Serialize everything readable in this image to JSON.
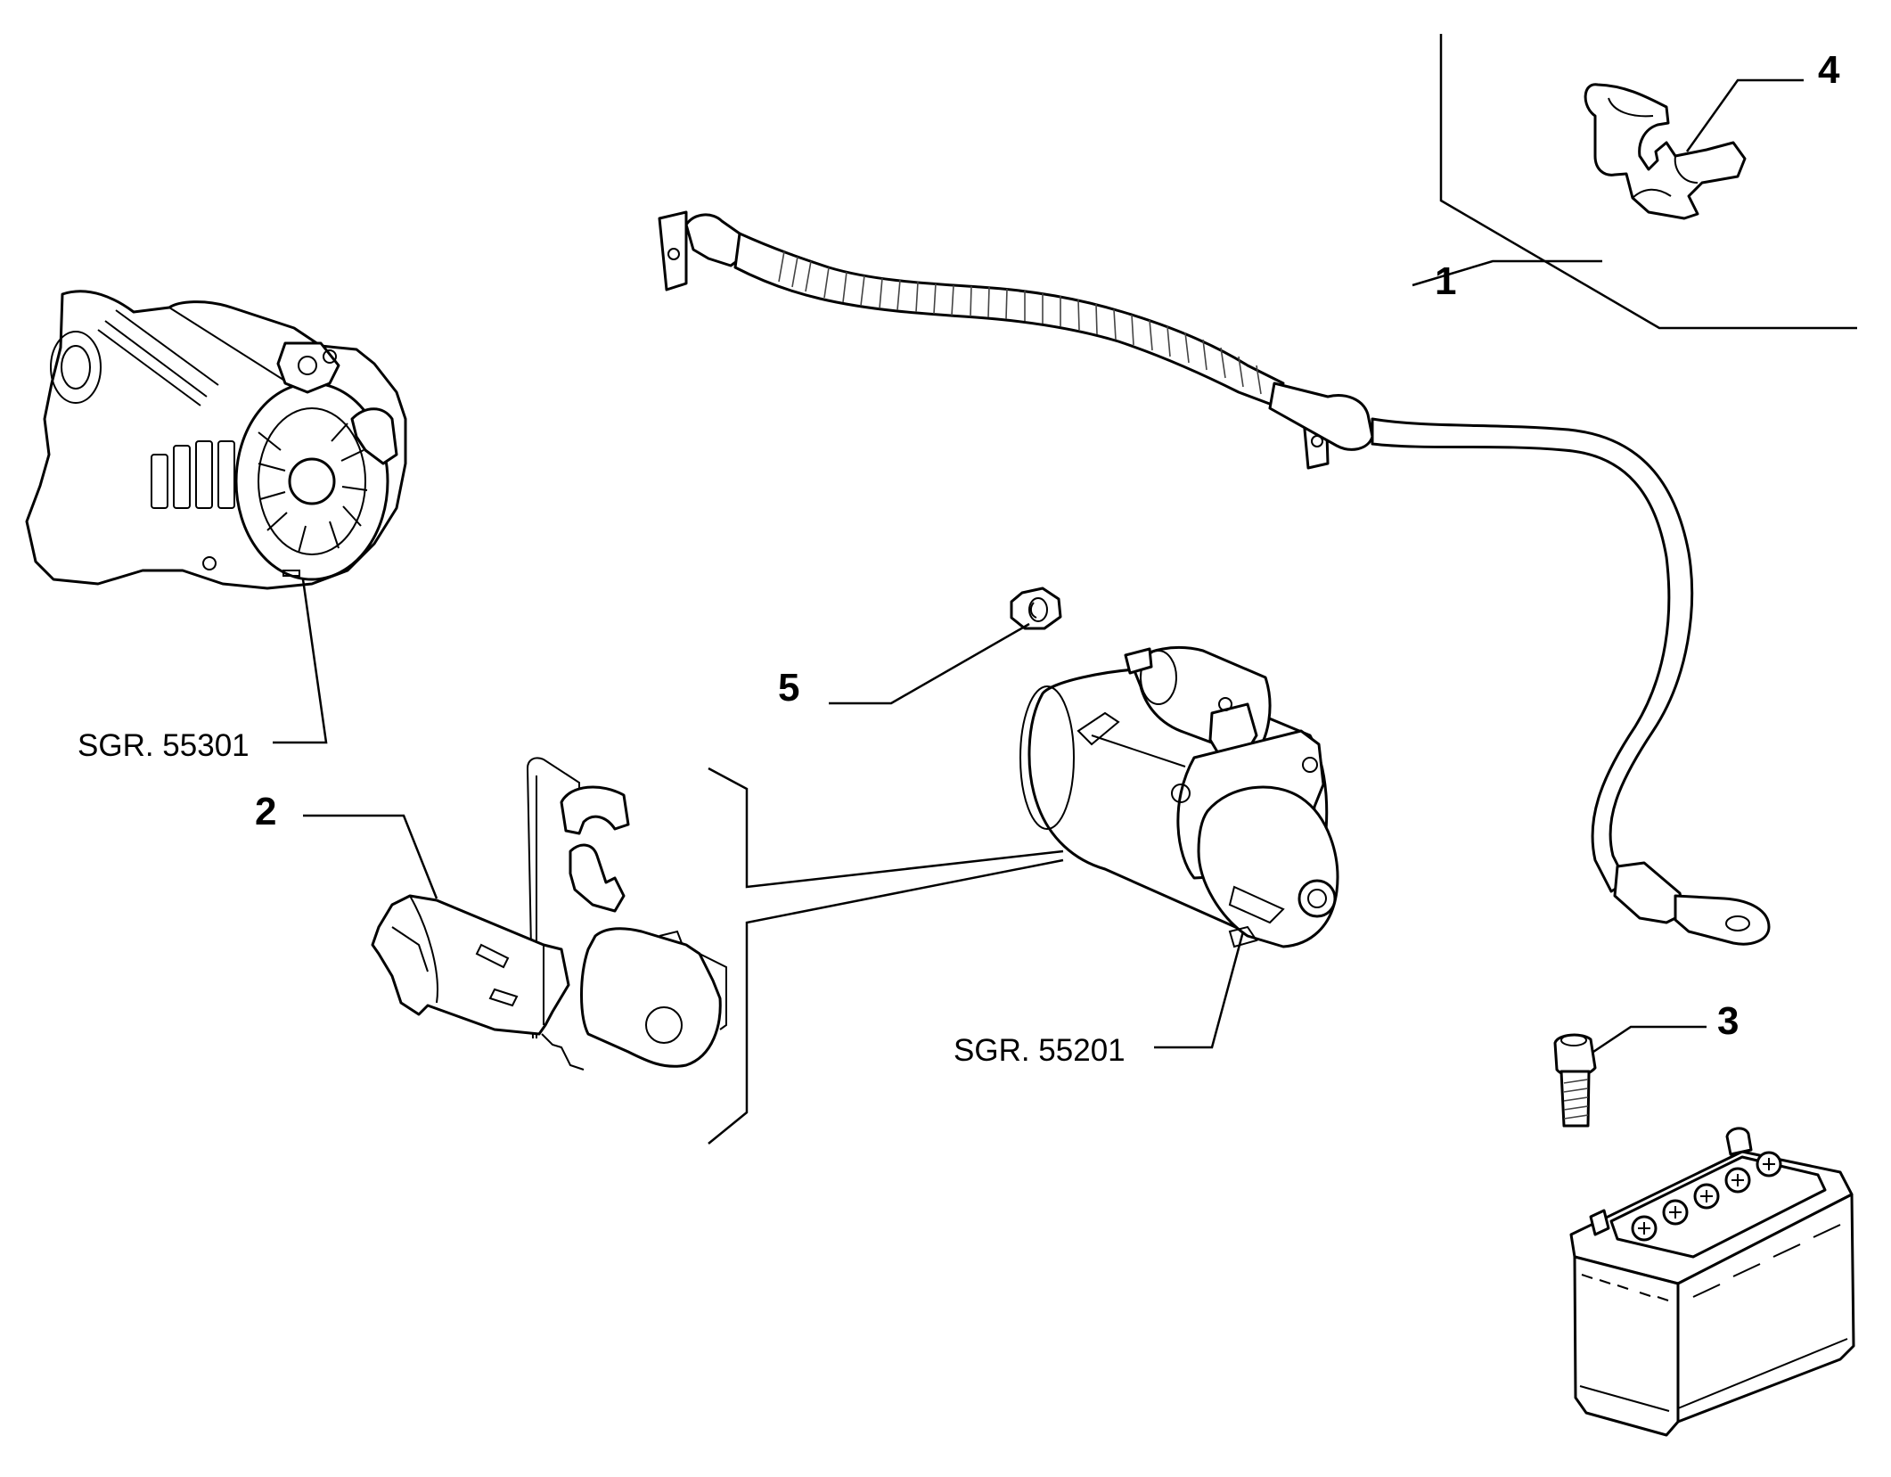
{
  "diagram": {
    "callouts": [
      {
        "id": "1",
        "label": "1"
      },
      {
        "id": "2",
        "label": "2"
      },
      {
        "id": "3",
        "label": "3"
      },
      {
        "id": "4",
        "label": "4"
      },
      {
        "id": "5",
        "label": "5"
      }
    ],
    "references": [
      {
        "id": "alternator",
        "label": "SGR. 55301"
      },
      {
        "id": "starter",
        "label": "SGR. 55201"
      }
    ]
  }
}
